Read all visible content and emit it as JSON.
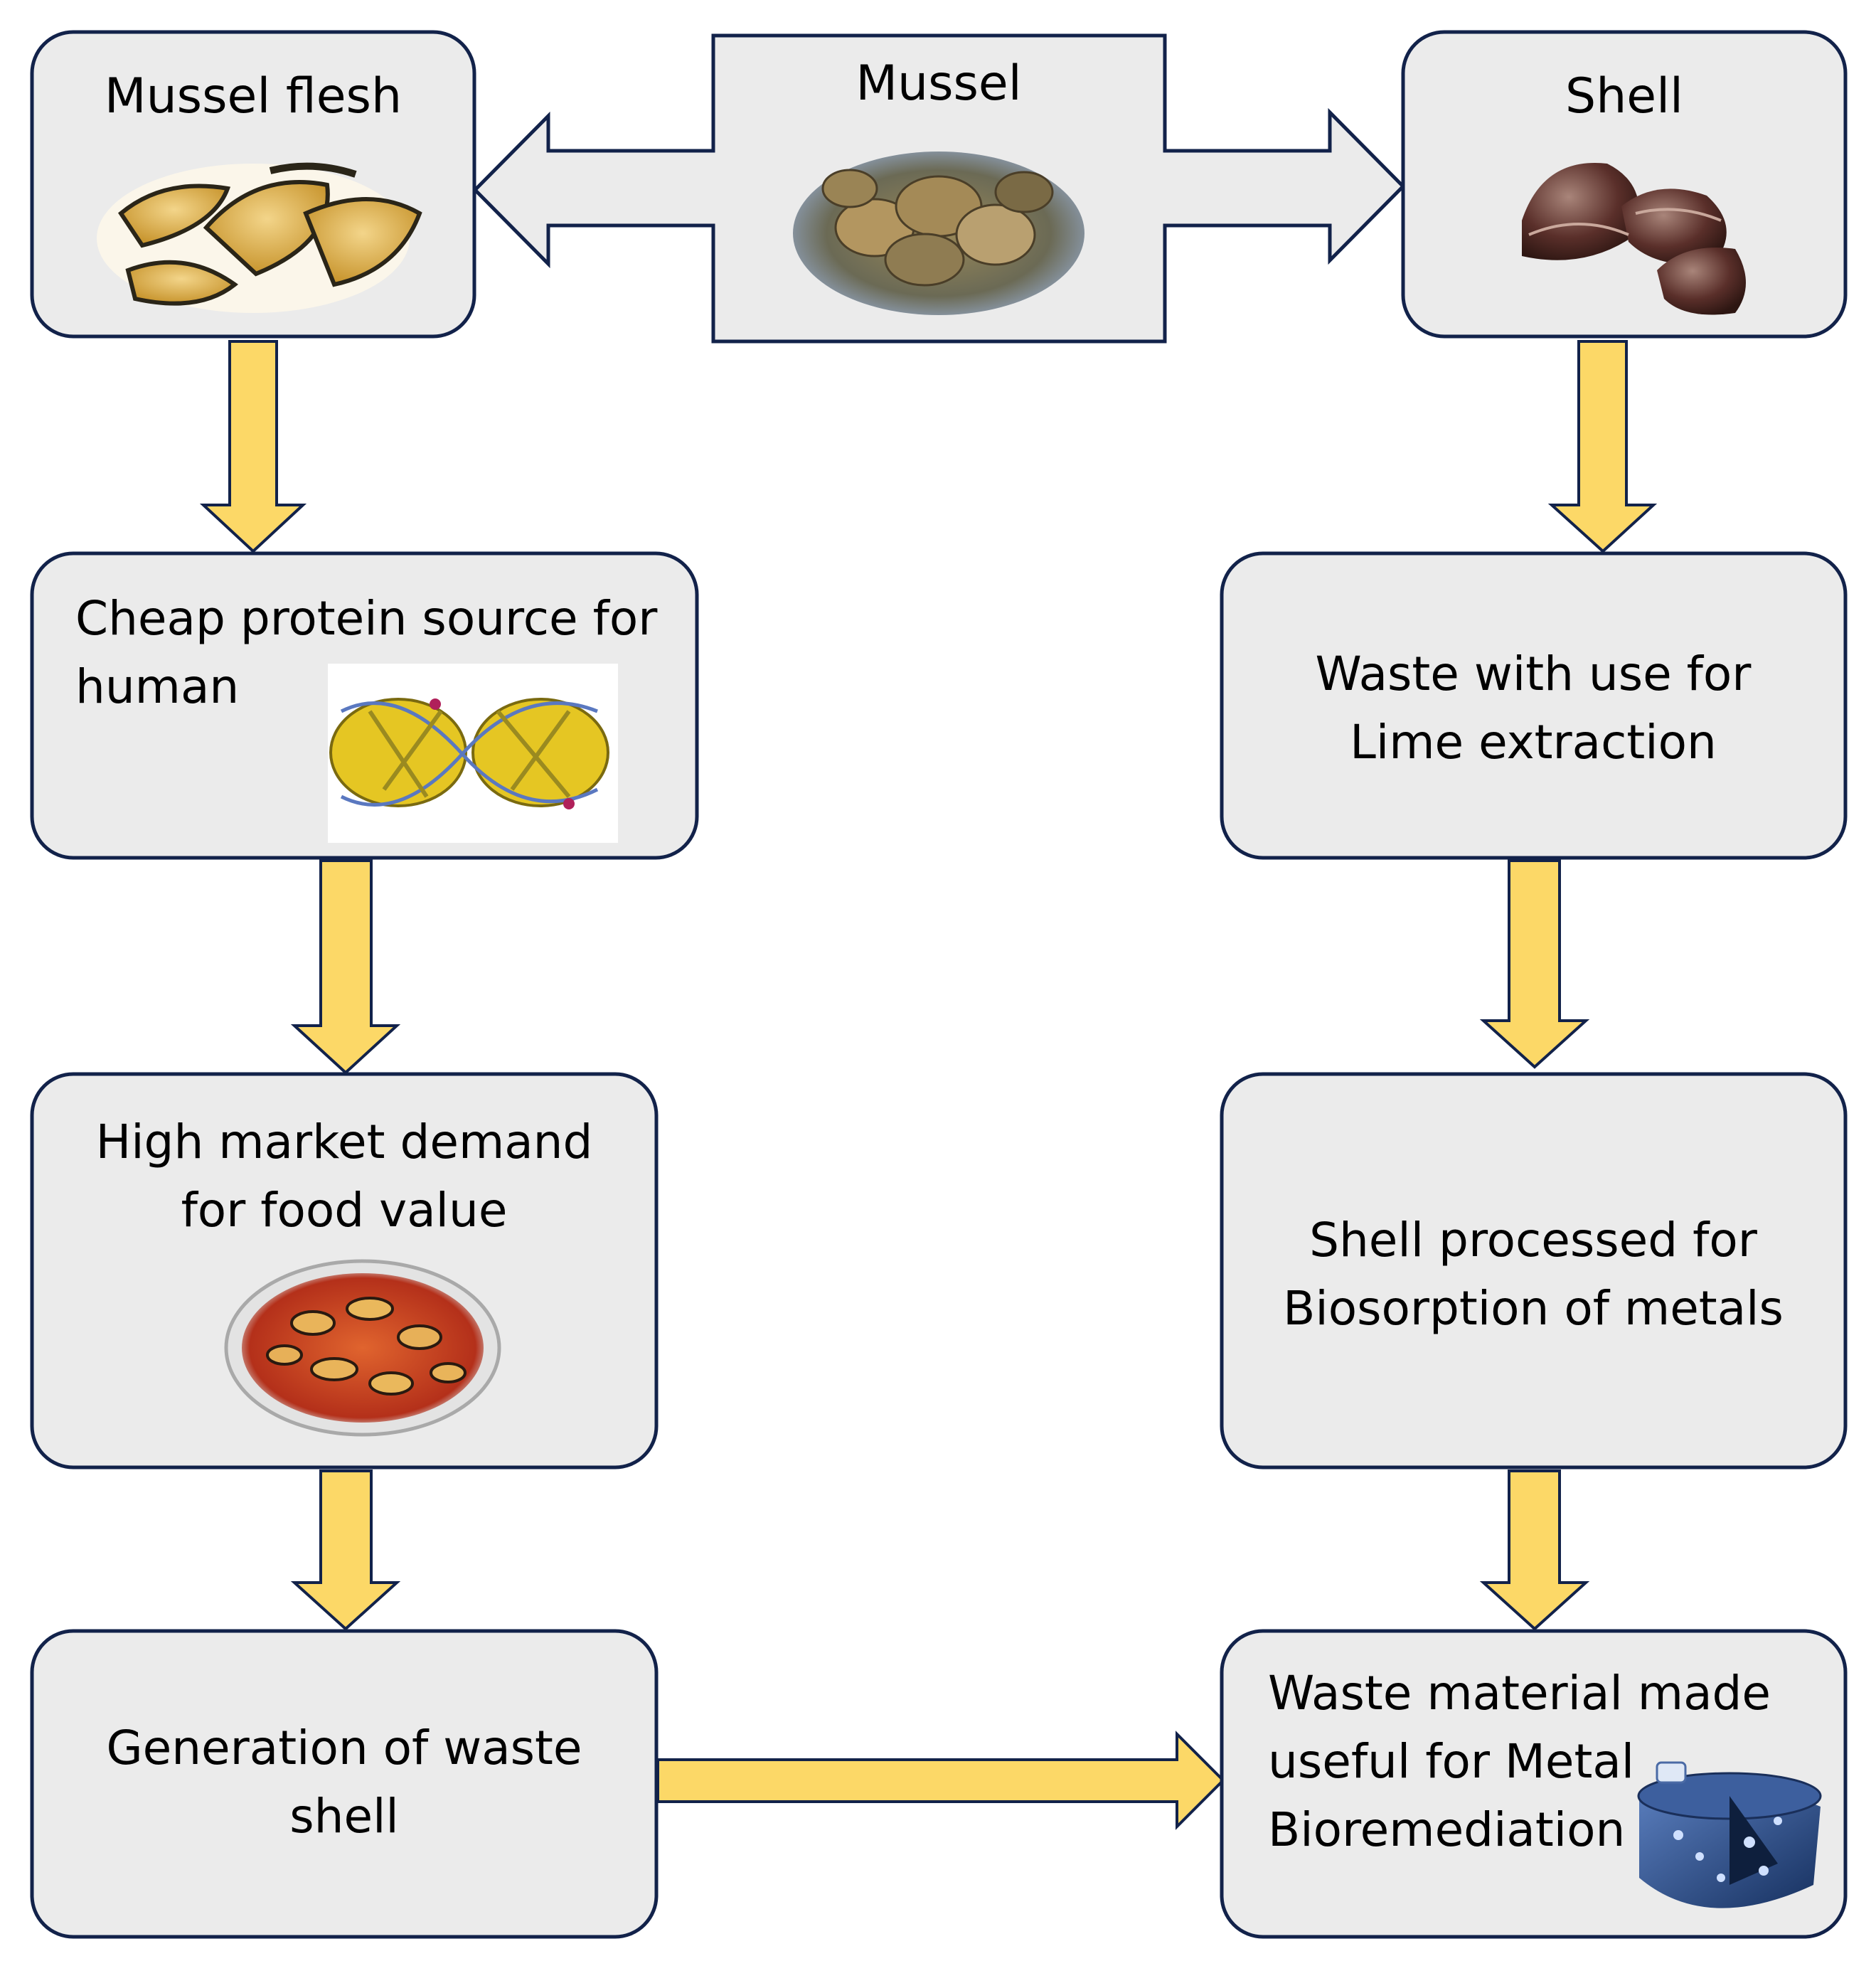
{
  "colors": {
    "box_fill": "#ebebeb",
    "box_stroke": "#12224a",
    "arrow_fill": "#fcd867",
    "arrow_stroke": "#12224a",
    "center_arrow_fill": "#ebebeb"
  },
  "nodes": {
    "mussel": {
      "label": "Mussel"
    },
    "mussel_flesh": {
      "label": "Mussel flesh"
    },
    "shell": {
      "label": "Shell"
    },
    "protein": {
      "label_line1": "Cheap protein source for",
      "label_line2": "human"
    },
    "market": {
      "label_line1": "High market demand",
      "label_line2": "for food value"
    },
    "waste_gen": {
      "label_line1": "Generation of waste",
      "label_line2": "shell"
    },
    "lime": {
      "label_line1": "Waste with use for",
      "label_line2": "Lime extraction"
    },
    "biosorption": {
      "label_line1": "Shell processed for",
      "label_line2": "Biosorption of metals"
    },
    "bioremediation": {
      "label_line1": "Waste material made",
      "label_line2": "useful for Metal",
      "label_line3": "Bioremediation"
    }
  },
  "images": {
    "mussel_photo": "mussels-icon",
    "flesh_photo": "mussel-flesh-icon",
    "shell_photo": "mussel-shells-icon",
    "protein_structure": "protein-structure-icon",
    "food_bowl": "mussel-dish-icon",
    "bioreactor": "bioreactor-icon"
  }
}
